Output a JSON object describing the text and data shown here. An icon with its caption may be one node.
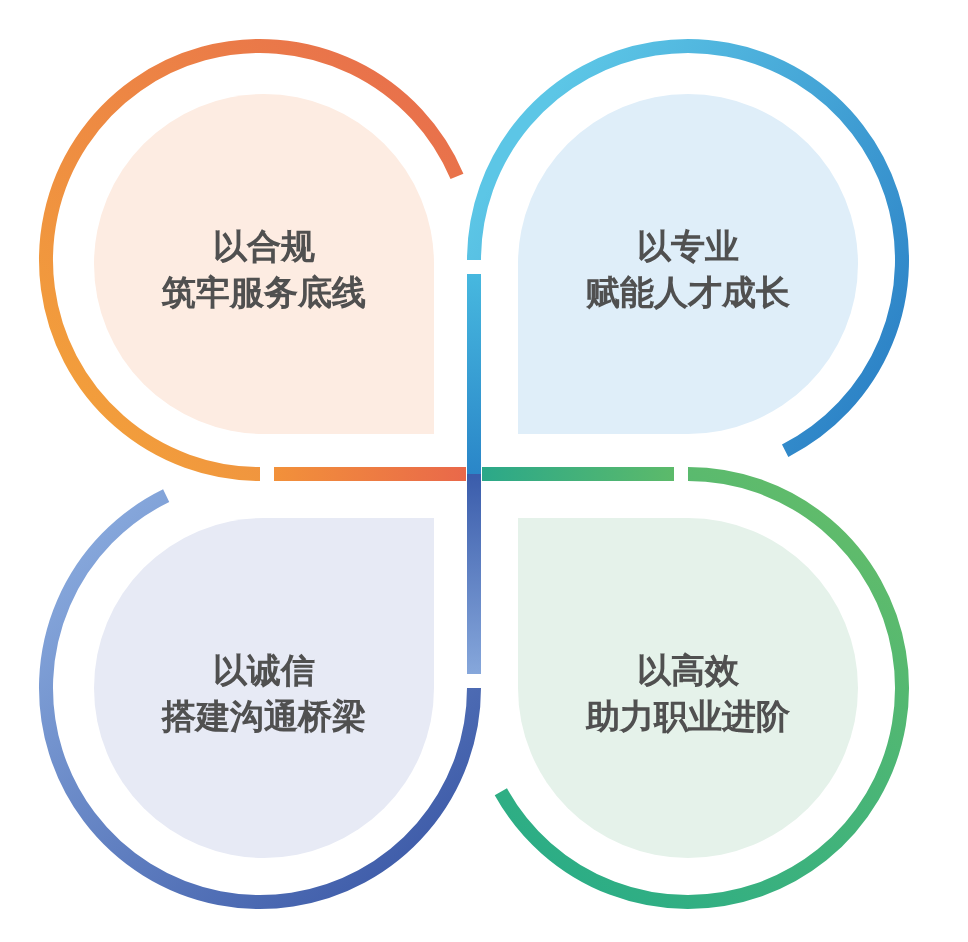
{
  "diagram": {
    "nodes": [
      {
        "text": [
          "以合规",
          "筑牢服务底线"
        ]
      },
      {
        "text": [
          "以专业",
          "赋能人才成长"
        ]
      },
      {
        "text": [
          "以诚信",
          "搭建沟通桥梁"
        ]
      },
      {
        "text": [
          "以高效",
          "助力职业进阶"
        ]
      }
    ]
  }
}
